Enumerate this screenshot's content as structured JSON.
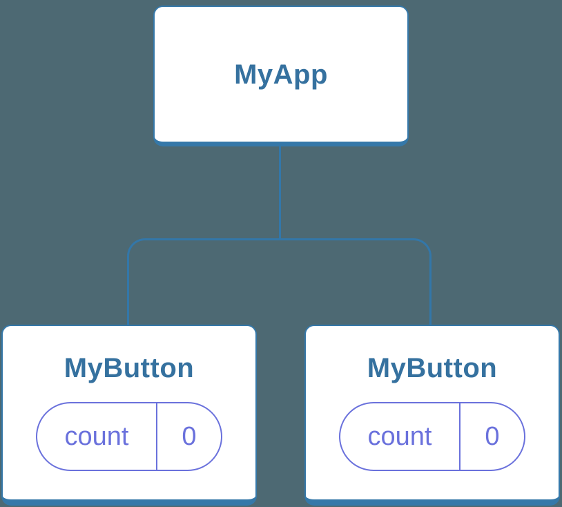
{
  "diagram": {
    "type": "component-tree",
    "background_color": "#4d6973",
    "connector_color": "#3377a9",
    "node_border_color": "#3578a9",
    "node_text_color": "#35719f",
    "state_color": "#6a71dc"
  },
  "tree": {
    "root": {
      "label": "MyApp"
    },
    "children": [
      {
        "label": "MyButton",
        "state": {
          "key": "count",
          "value": "0"
        }
      },
      {
        "label": "MyButton",
        "state": {
          "key": "count",
          "value": "0"
        }
      }
    ]
  }
}
